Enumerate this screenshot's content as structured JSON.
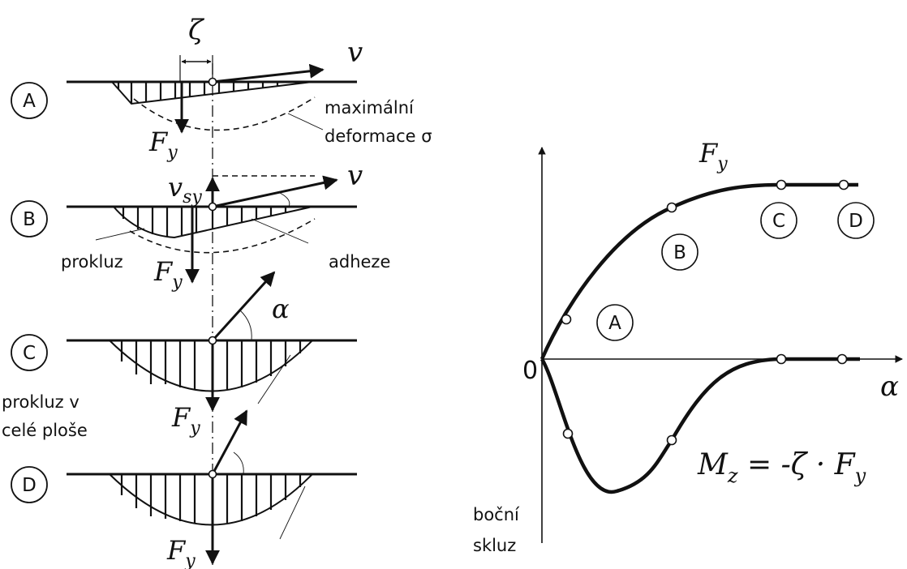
{
  "states": {
    "A": "A",
    "B": "B",
    "C": "C",
    "D": "D"
  },
  "labels": {
    "zeta": "ζ",
    "v": "v",
    "v_sy_main": "v",
    "v_sy_sub": "sy",
    "F": "F",
    "F_sub": "y",
    "alpha": "α",
    "max_def_1": "maximální",
    "max_def_2": "deformace σ",
    "prokluz": "prokluz",
    "adheze": "adheze",
    "prokluz_cele_1": "prokluz v",
    "prokluz_cele_2": "celé ploše"
  },
  "graph": {
    "origin": "0",
    "x_axis": "α",
    "curve_label_main": "F",
    "curve_label_sub": "y",
    "moment_main": "M",
    "moment_sub": "z",
    "moment_rest": " = -ζ · F",
    "moment_rest_sub": "y",
    "side_slip_1": "boční",
    "side_slip_2": "skluz"
  },
  "colors": {
    "ink": "#111111",
    "background": "#ffffff"
  }
}
